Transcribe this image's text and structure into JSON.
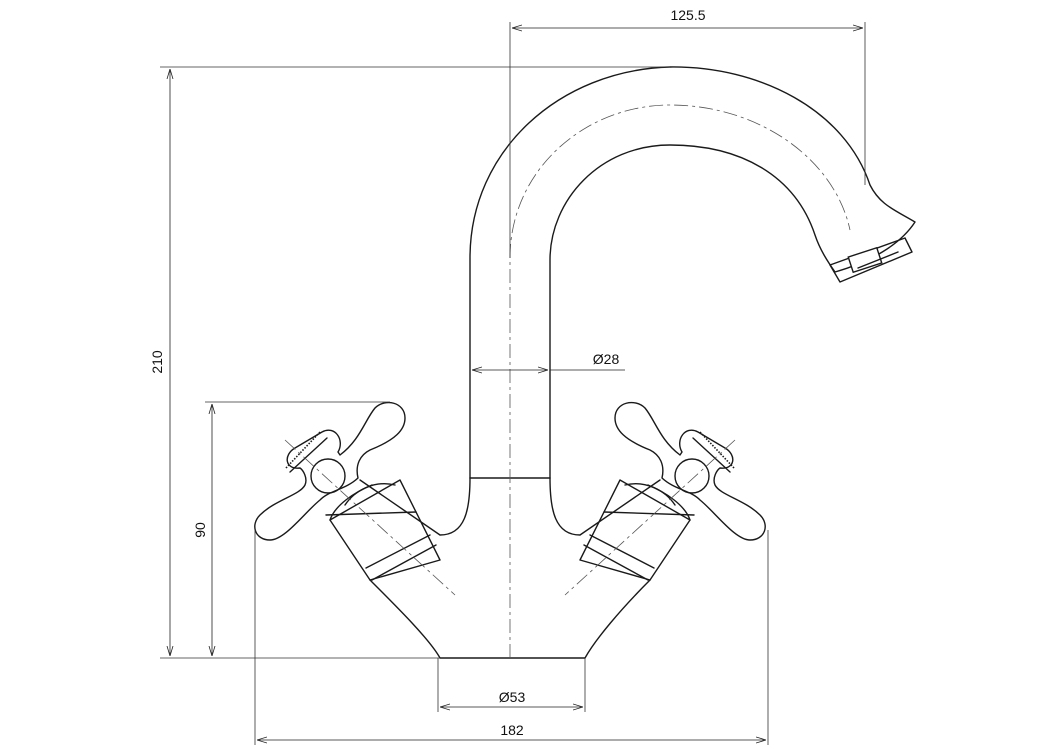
{
  "dimensions": {
    "spout_reach": "125.5",
    "total_height": "210",
    "handle_height": "90",
    "spout_diameter": "Ø28",
    "base_diameter": "Ø53",
    "total_width": "182"
  }
}
